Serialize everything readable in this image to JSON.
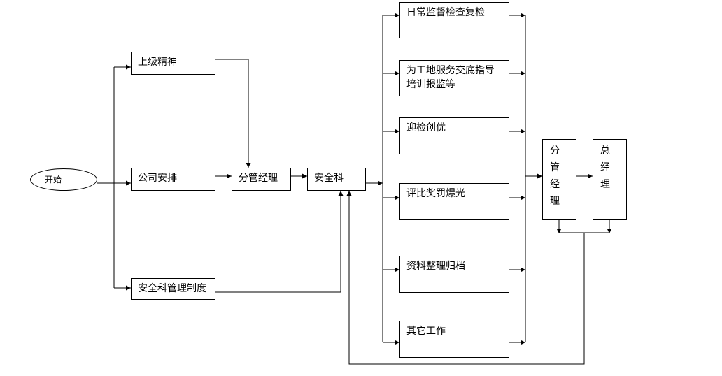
{
  "diagram": {
    "start": "开始",
    "nodes": {
      "superior_spirit": "上级精神",
      "company_arrangement": "公司安排",
      "safety_dept_rules": "安全科管理制度",
      "deputy_manager": "分管经理",
      "safety_dept": "安全科",
      "daily_inspection": "日常监督检查复检",
      "site_service": [
        "为工地服务交底指导",
        "培训报监等"
      ],
      "inspection_excellence": "迎检创优",
      "evaluation": "评比奖罚爆光",
      "archiving": "资料整理归档",
      "other_work": "其它工作",
      "deputy_manager_vertical": "分管经理",
      "general_manager": "总经理"
    }
  }
}
